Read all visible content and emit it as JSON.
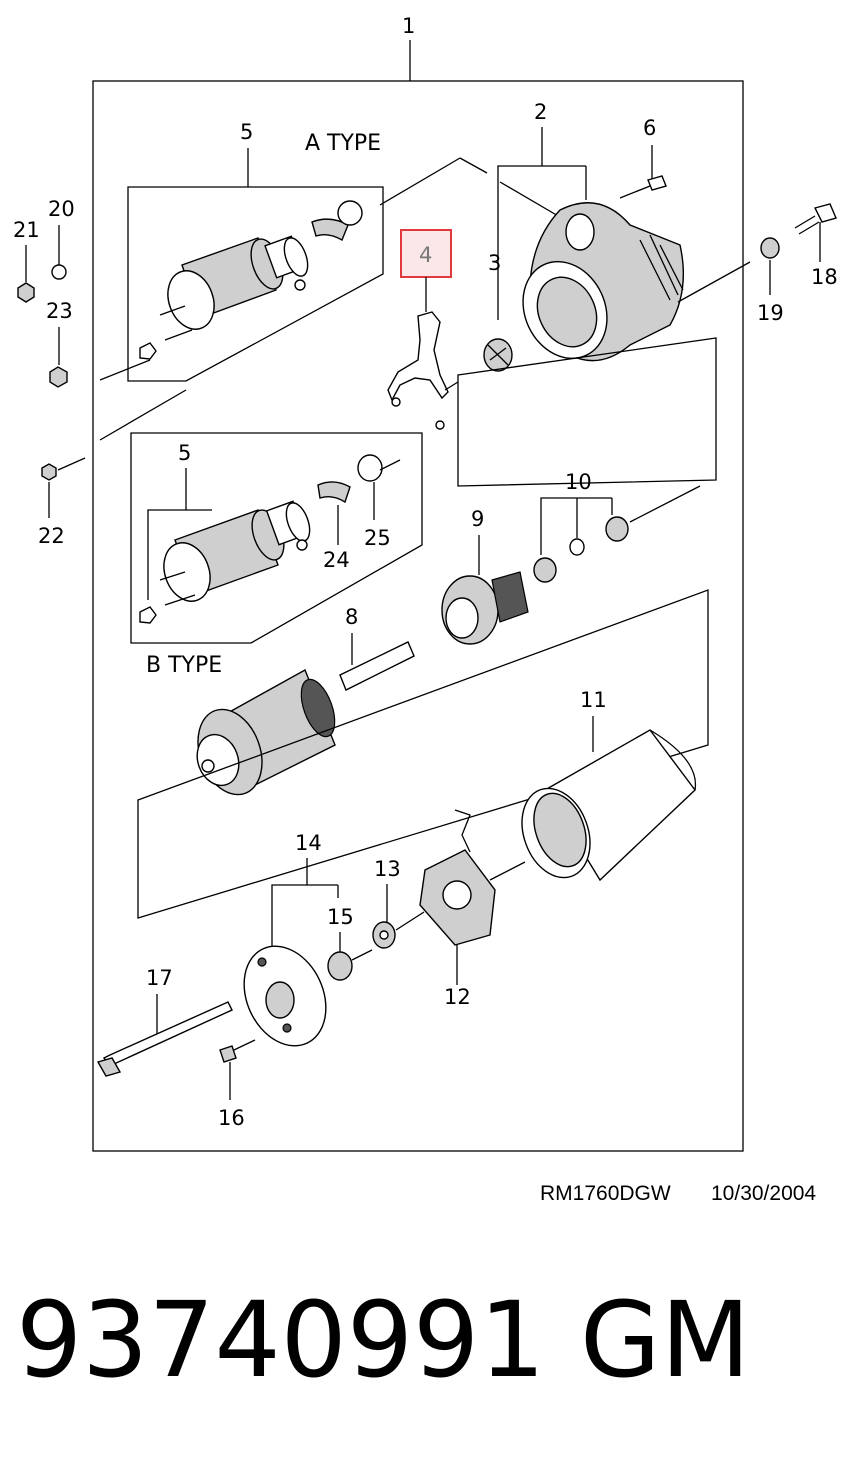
{
  "diagram": {
    "labels": {
      "l1": "1",
      "l2": "2",
      "l3": "3",
      "l4": "4",
      "l5a": "5",
      "l5b": "5",
      "l6": "6",
      "l8": "8",
      "l9": "9",
      "l10": "10",
      "l11": "11",
      "l12": "12",
      "l13": "13",
      "l14": "14",
      "l15": "15",
      "l16": "16",
      "l17": "17",
      "l18": "18",
      "l19": "19",
      "l20": "20",
      "l21": "21",
      "l22": "22",
      "l23": "23",
      "l24": "24",
      "l25": "25"
    },
    "a_type": "A TYPE",
    "b_type": "B TYPE",
    "highlight_color": "#e0393e"
  },
  "footer": {
    "ref_code": "RM1760DGW",
    "date": "10/30/2004",
    "part_number": "93740991",
    "brand": "GM"
  }
}
